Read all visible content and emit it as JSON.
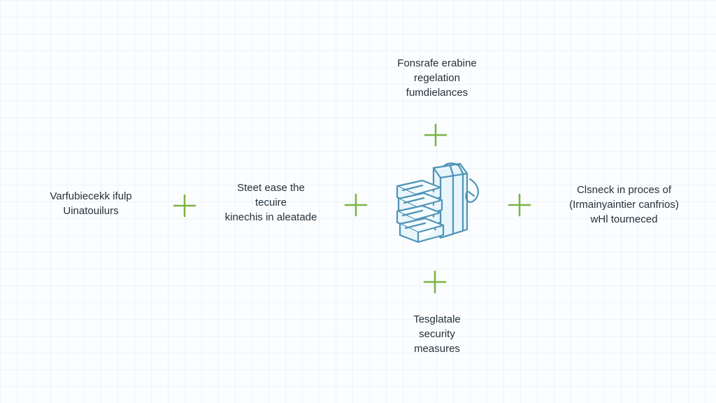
{
  "colors": {
    "text": "#26313a",
    "plus": "#7cb342",
    "icon_stroke": "#4f93b8",
    "icon_fill": "#e8f5fa"
  },
  "icons": {
    "plus": "plus-icon",
    "center": "stacked-documents-icon"
  },
  "labels": {
    "top": [
      "Fonsrafe erabine",
      "regelation",
      "fumdielances"
    ],
    "left": [
      "Varfubiecekk ifulp",
      "Uinatouilurs"
    ],
    "center_left": [
      "Steet ease the",
      "tecuire",
      "kinechis in aleatade"
    ],
    "right": [
      "Clsneck in proces of",
      "(Irmainyaintier canfrios)",
      "wHl tourneced"
    ],
    "bottom": [
      "Tesglatale",
      "security",
      "measures"
    ]
  }
}
